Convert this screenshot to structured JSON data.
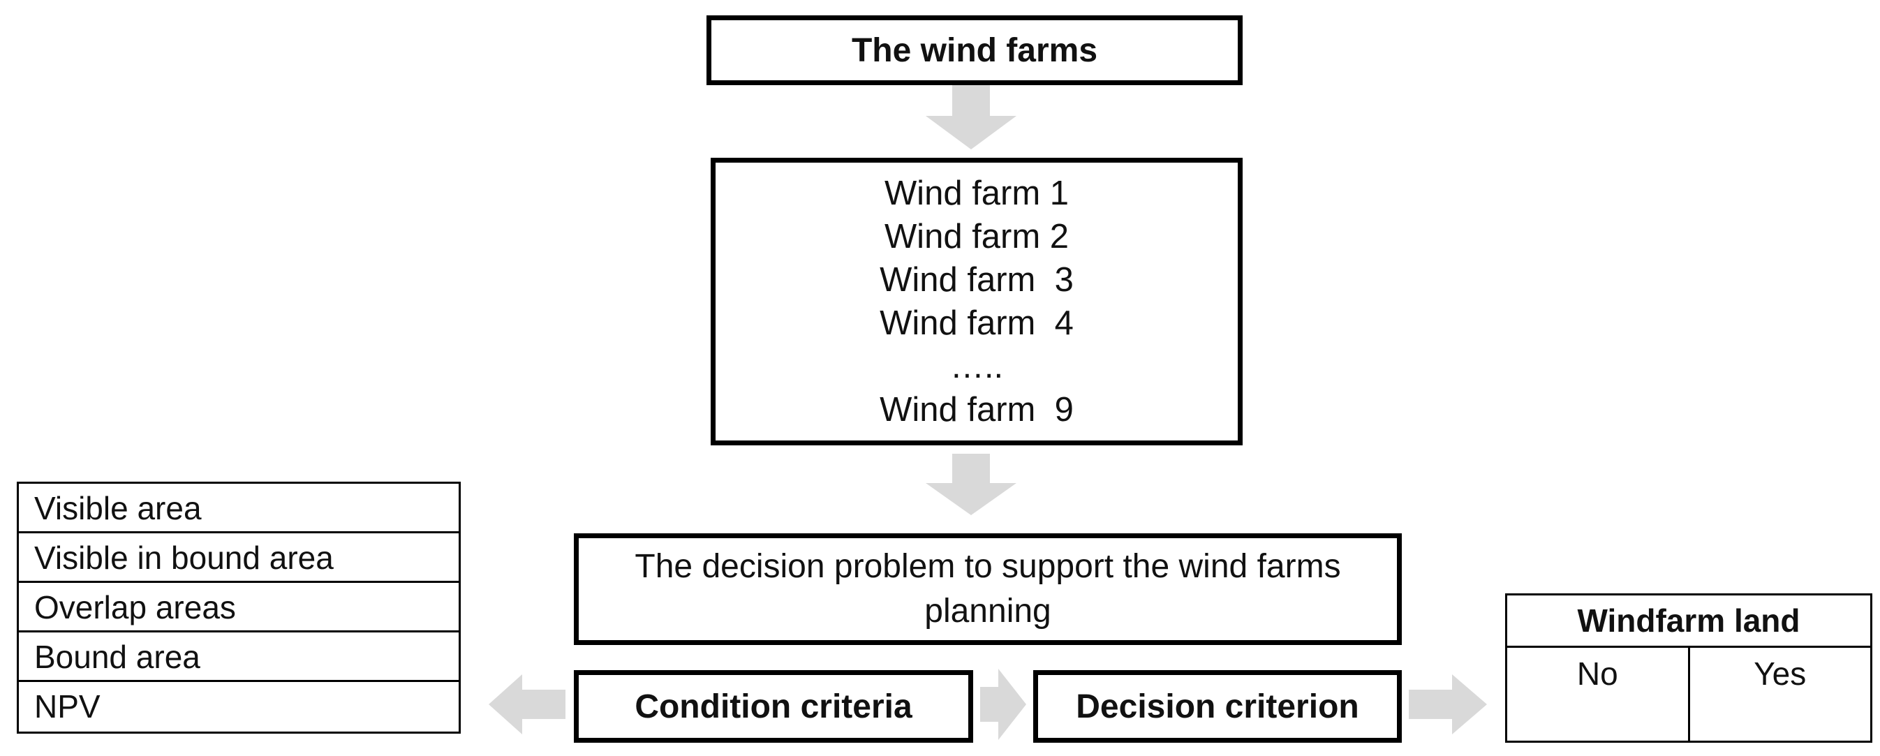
{
  "top_box": {
    "label": "The wind farms"
  },
  "farms": {
    "items": [
      "Wind farm 1",
      "Wind farm 2",
      "Wind farm  3",
      "Wind farm  4",
      "…..",
      "Wind farm  9"
    ]
  },
  "problem_box": {
    "label": "The decision problem to support the wind farms planning"
  },
  "condition_box": {
    "label": "Condition criteria"
  },
  "decision_box": {
    "label": "Decision criterion"
  },
  "criteria": {
    "items": [
      "Visible area",
      "Visible in bound area",
      "Overlap areas",
      "Bound area",
      "NPV"
    ]
  },
  "land_table": {
    "header": "Windfarm land",
    "no": "No",
    "yes": "Yes"
  },
  "colors": {
    "arrow": "#d9d9d9",
    "border": "#000000"
  }
}
